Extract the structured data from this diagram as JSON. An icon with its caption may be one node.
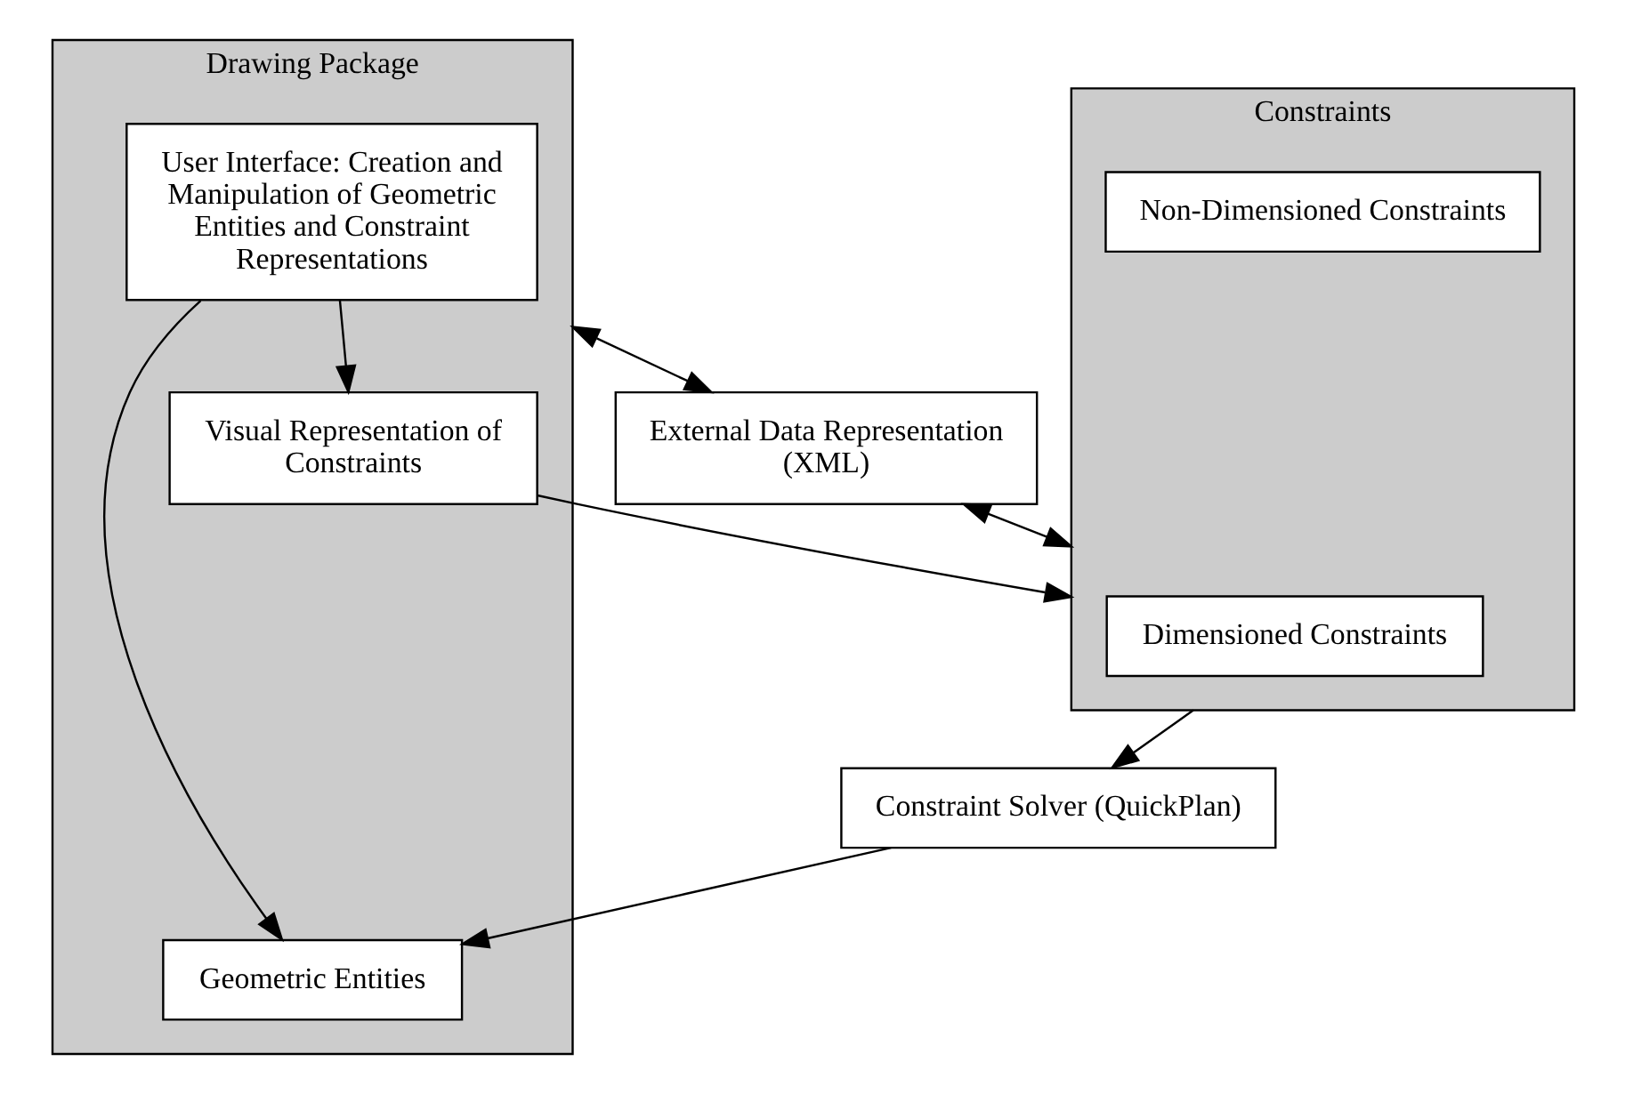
{
  "diagram": {
    "nodes": [
      {
        "text": [
          "Drawing Package"
        ]
      },
      {
        "text": [
          "User Interface: Creation and Manipulation of Geometric Entities and Constraint Representations"
        ],
        "in": 0
      },
      {
        "text": [
          "Geometric Entities"
        ],
        "in": 0
      },
      {
        "text": [
          "Visual Representation of Constraints"
        ],
        "in": 0
      },
      {
        "text": [
          "External Data Representation (XML)"
        ]
      },
      {
        "text": [
          "Constraints"
        ]
      },
      {
        "text": [
          "Dimensioned Constraints"
        ],
        "in": 5
      },
      {
        "text": [
          "Non-Dimensioned Constraints"
        ],
        "in": 5
      },
      {
        "text": [
          "Constraint Solver (QuickPlan)"
        ]
      }
    ],
    "edges": [
      {
        "from": 1,
        "to": 2,
        "arrow": "to"
      },
      {
        "from": 1,
        "to": 3,
        "arrow": "to"
      },
      {
        "from": 0,
        "to": 4,
        "arrow": "both"
      },
      {
        "from": 4,
        "to": 5,
        "arrow": "both"
      },
      {
        "from": 3,
        "to": 5,
        "arrow": "to"
      },
      {
        "from": 5,
        "to": 8,
        "arrow": "to"
      },
      {
        "from": 8,
        "to": 2,
        "arrow": "to"
      }
    ]
  }
}
